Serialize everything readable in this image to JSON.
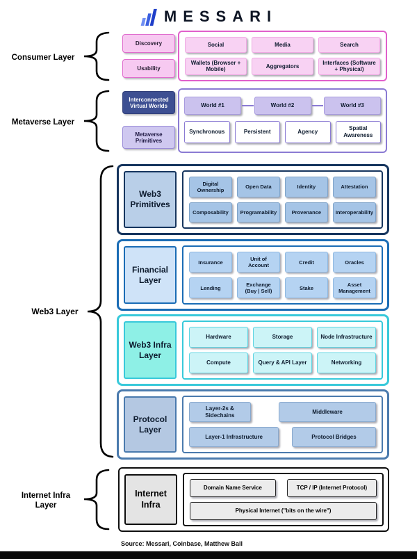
{
  "header": {
    "brand": "MESSARI"
  },
  "layers": {
    "consumer": {
      "label": "Consumer Layer",
      "side": [
        "Discovery",
        "Usability"
      ],
      "rows": [
        [
          "Social",
          "Media",
          "Search"
        ],
        [
          "Wallets (Browser + Mobile)",
          "Aggregators",
          "Interfaces (Software + Physical)"
        ]
      ]
    },
    "metaverse": {
      "label": "Metaverse Layer",
      "side": [
        "Interconnected Virtual Worlds",
        "Metaverse Primitives"
      ],
      "worlds": [
        "World #1",
        "World #2",
        "World #3"
      ],
      "props": [
        "Synchronous",
        "Persistent",
        "Agency",
        "Spatial Awareness"
      ]
    },
    "web3": {
      "label": "Web3 Layer",
      "sublayers": [
        {
          "title": "Web3 Primitives",
          "rows": [
            [
              "Digital Ownership",
              "Open Data",
              "Identity",
              "Attestation"
            ],
            [
              "Composability",
              "Programability",
              "Provenance",
              "Interoperability"
            ]
          ]
        },
        {
          "title": "Financial Layer",
          "rows": [
            [
              "Insurance",
              "Unit of Account",
              "Credit",
              "Oracles"
            ],
            [
              "Lending",
              "Exchange (Buy | Sell)",
              "Stake",
              "Asset Management"
            ]
          ]
        },
        {
          "title": "Web3 Infra Layer",
          "rows": [
            [
              "Hardware",
              "Storage",
              "Node Infrastructure"
            ],
            [
              "Compute",
              "Query & API Layer",
              "Networking"
            ]
          ]
        },
        {
          "title": "Protocol Layer",
          "rows": [
            [
              "Layer-2s & Sidechains",
              "Middleware"
            ],
            [
              "Layer-1 Infrastructure",
              "Protocol Bridges"
            ]
          ]
        }
      ]
    },
    "internet": {
      "label": "Internet Infra Layer",
      "title": "Internet Infra",
      "rows": [
        [
          "Domain Name Service",
          "TCP / IP (Internet Protocol)"
        ],
        [
          "Physical Internet (\"bits on the wire\")"
        ]
      ]
    }
  },
  "footer": {
    "source": "Source: Messari, Coinbase, Matthew Ball"
  },
  "colors": {
    "consumer_pink": "#e060cb",
    "metaverse_purple": "#8b7bd3",
    "metaverse_dark": "#3d4f92",
    "primitives_navy": "#16355e",
    "financial_blue": "#1a6cb5",
    "infra_cyan": "#38c9da",
    "protocol_steel": "#4a7aad",
    "internet_black": "#0e0e0e",
    "logo_blue": "#2446c9"
  }
}
